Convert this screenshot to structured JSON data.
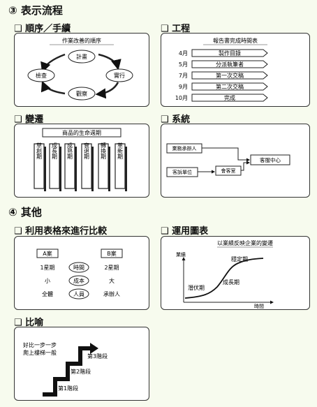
{
  "section3": {
    "title": "③ 表示流程",
    "panels": {
      "order": {
        "title": "❑ 順序／手續",
        "caption": "作業改善的順序",
        "nodes": [
          "計畫",
          "實行",
          "觀察",
          "檢查"
        ]
      },
      "process": {
        "title": "❑ 工程",
        "caption": "報告書完成時間表",
        "rows": [
          {
            "month": "4月",
            "task": "製作目錄"
          },
          {
            "month": "5月",
            "task": "分派執筆者"
          },
          {
            "month": "7月",
            "task": "第一次交稿"
          },
          {
            "month": "9月",
            "task": "第二次交稿"
          },
          {
            "month": "10月",
            "task": "完成"
          }
        ]
      },
      "change": {
        "title": "❑ 變遷",
        "caption": "商品的生命週期",
        "stages": [
          "草創期",
          "成長期",
          "成熟期",
          "衰退期",
          "轉換期",
          "革新期"
        ]
      },
      "system": {
        "title": "❑ 系統",
        "nodes": [
          "業務承辦人",
          "客訴單位",
          "會客室",
          "客服中心"
        ]
      }
    }
  },
  "section4": {
    "title": "④ 其他",
    "panels": {
      "table": {
        "title": "❑ 利用表格來進行比較",
        "col_a": "A案",
        "col_b": "B案",
        "rows": [
          {
            "a": "1星期",
            "label": "時間",
            "b": "2星期"
          },
          {
            "a": "小",
            "label": "成本",
            "b": "大"
          },
          {
            "a": "全體",
            "label": "人員",
            "b": "承辦人"
          }
        ]
      },
      "graph": {
        "title": "❑ 運用圖表",
        "caption": "以業績反映企業的變遷",
        "ylabel": "業績",
        "xlabel": "時間",
        "phases": [
          "潛伏期",
          "成長期",
          "穩定期"
        ]
      },
      "metaphor": {
        "title": "❑ 比喻",
        "caption_line1": "好比一步一步",
        "caption_line2": "爬上樓梯一般",
        "steps": [
          "第1階段",
          "第2階段",
          "第3階段"
        ]
      }
    }
  }
}
